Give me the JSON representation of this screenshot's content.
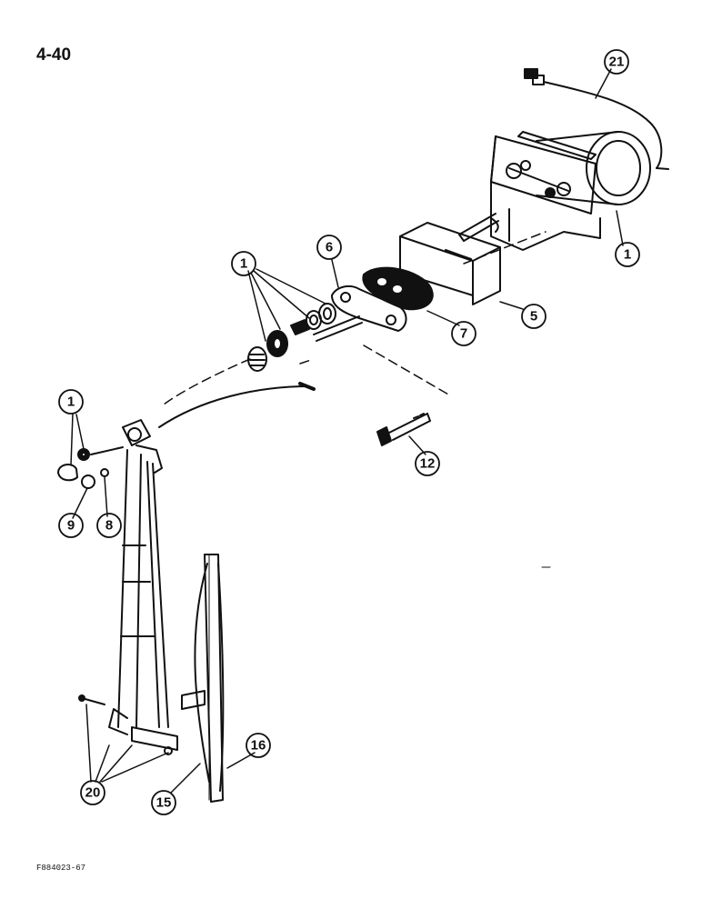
{
  "page_number": "4-40",
  "figure_code": "F884023-67",
  "callouts": [
    {
      "id": "c21",
      "label": "21"
    },
    {
      "id": "c1-motor",
      "label": "1"
    },
    {
      "id": "c6",
      "label": "6"
    },
    {
      "id": "c1-hardware",
      "label": "1"
    },
    {
      "id": "c5",
      "label": "5"
    },
    {
      "id": "c7",
      "label": "7"
    },
    {
      "id": "c1-nut",
      "label": "1"
    },
    {
      "id": "c12",
      "label": "12"
    },
    {
      "id": "c9",
      "label": "9"
    },
    {
      "id": "c8",
      "label": "8"
    },
    {
      "id": "c16",
      "label": "16"
    },
    {
      "id": "c15",
      "label": "15"
    },
    {
      "id": "c20",
      "label": "20"
    }
  ]
}
